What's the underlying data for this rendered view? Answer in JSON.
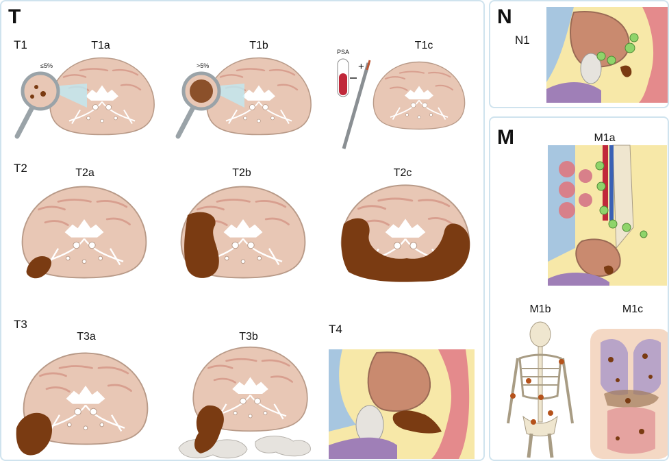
{
  "panel_t": {
    "title": "T",
    "rows": [
      {
        "label": "T1",
        "items": [
          "T1a",
          "T1b",
          "T1c"
        ]
      },
      {
        "label": "T2",
        "items": [
          "T2a",
          "T2b",
          "T2c"
        ]
      },
      {
        "label": "T3",
        "items": [
          "T3a",
          "T3b"
        ]
      },
      {
        "label": "T4",
        "items": []
      }
    ],
    "t1a_threshold": "≤5%",
    "t1b_threshold": ">5%",
    "psa_label": "PSA",
    "plus_sign": "+"
  },
  "panel_n": {
    "title": "N",
    "items": [
      "N1"
    ]
  },
  "panel_m": {
    "title": "M",
    "items": [
      "M1a",
      "M1b",
      "M1c"
    ]
  },
  "colors": {
    "panel_border": "#cfe3ee",
    "prostate_fill": "#e8c7b5",
    "prostate_stroke": "#b89a88",
    "tumor": "#7a3b12",
    "lens": "#9aa3a8",
    "bladder": "#c98a6f",
    "rectum": "#e48a8c",
    "lymph_node": "#8fd46a",
    "bone": "#efe6cf",
    "lung": "#b8a4c8"
  }
}
